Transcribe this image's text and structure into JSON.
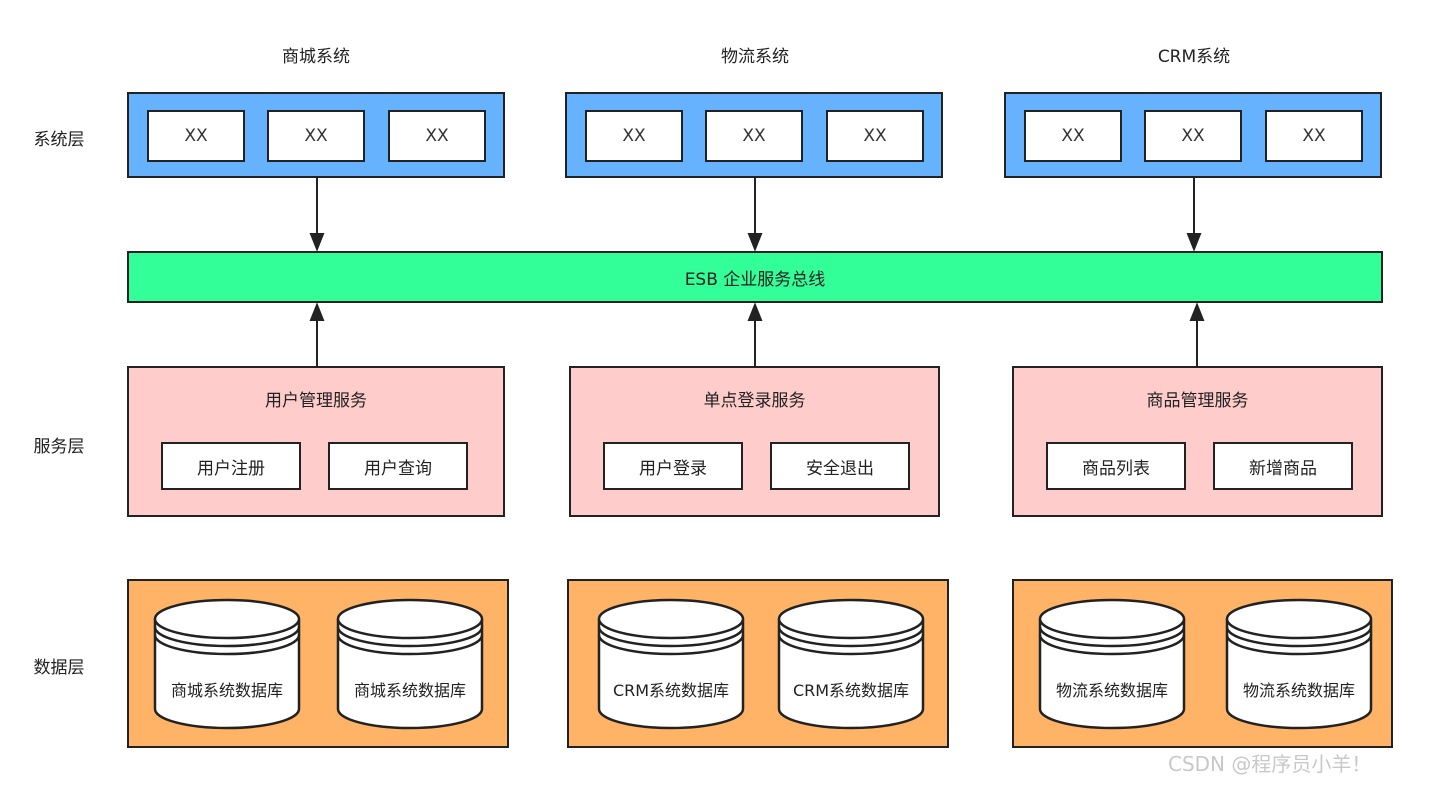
{
  "layers": {
    "system": "系统层",
    "service": "服务层",
    "data": "数据层"
  },
  "systems": [
    {
      "title": "商城系统",
      "items": [
        "XX",
        "XX",
        "XX"
      ]
    },
    {
      "title": "物流系统",
      "items": [
        "XX",
        "XX",
        "XX"
      ]
    },
    {
      "title": "CRM系统",
      "items": [
        "XX",
        "XX",
        "XX"
      ]
    }
  ],
  "esb": {
    "label": "ESB 企业服务总线"
  },
  "services": [
    {
      "title": "用户管理服务",
      "items": [
        "用户注册",
        "用户查询"
      ]
    },
    {
      "title": "单点登录服务",
      "items": [
        "用户登录",
        "安全退出"
      ]
    },
    {
      "title": "商品管理服务",
      "items": [
        "商品列表",
        "新增商品"
      ]
    }
  ],
  "databases": [
    {
      "items": [
        "商城系统数据库",
        "商城系统数据库"
      ]
    },
    {
      "items": [
        "CRM系统数据库",
        "CRM系统数据库"
      ]
    },
    {
      "items": [
        "物流系统数据库",
        "物流系统数据库"
      ]
    }
  ],
  "watermark": "CSDN @程序员小羊！",
  "colors": {
    "system": "#66b2ff",
    "esb": "#33ff99",
    "service": "#ffcccc",
    "data": "#ffb366",
    "border": "#222222"
  }
}
